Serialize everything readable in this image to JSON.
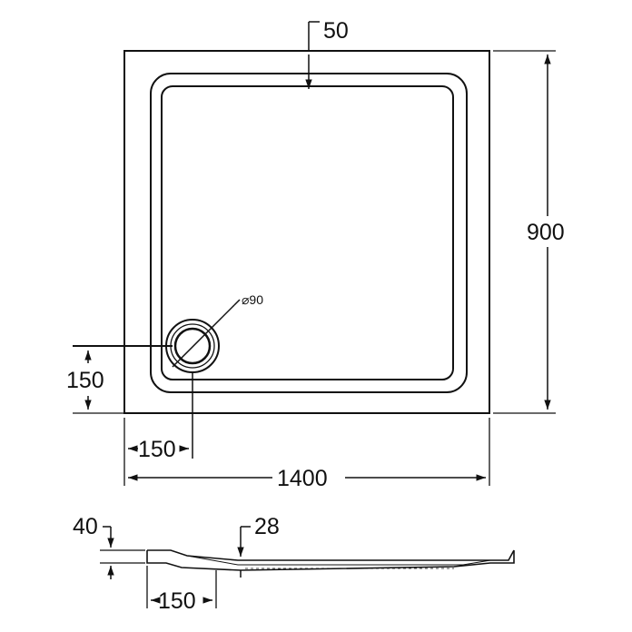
{
  "dimensions": {
    "rim_width": "50",
    "depth": "900",
    "drain_diameter": "⌀90",
    "drain_offset_y": "150",
    "drain_offset_x": "150",
    "length": "1400",
    "height": "40",
    "base_height": "28",
    "side_drain_offset_x": "150"
  },
  "colors": {
    "stroke": "#111111",
    "background": "#ffffff"
  }
}
